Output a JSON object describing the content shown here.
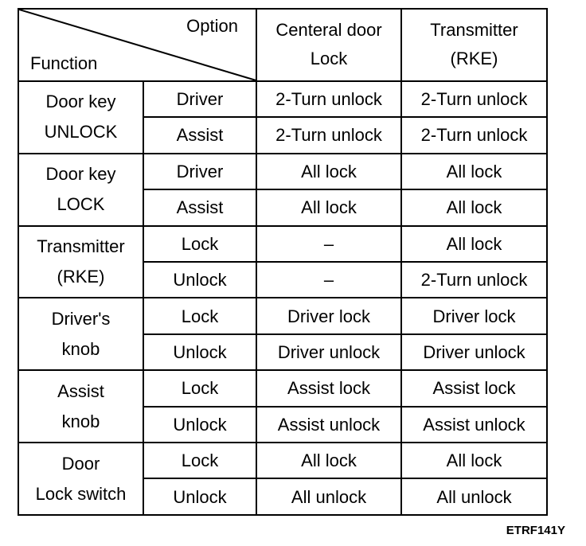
{
  "header": {
    "corner_option": "Option",
    "corner_function": "Function",
    "col1": [
      "Centeral door",
      "Lock"
    ],
    "col2": [
      "Transmitter",
      "(RKE)"
    ]
  },
  "groups": [
    {
      "function": [
        "Door key",
        "UNLOCK"
      ],
      "rows": [
        {
          "sub": "Driver",
          "central": "2-Turn unlock",
          "rke": "2-Turn unlock"
        },
        {
          "sub": "Assist",
          "central": "2-Turn unlock",
          "rke": "2-Turn unlock"
        }
      ]
    },
    {
      "function": [
        "Door key",
        "LOCK"
      ],
      "rows": [
        {
          "sub": "Driver",
          "central": "All lock",
          "rke": "All lock"
        },
        {
          "sub": "Assist",
          "central": "All lock",
          "rke": "All lock"
        }
      ]
    },
    {
      "function": [
        "Transmitter",
        "(RKE)"
      ],
      "rows": [
        {
          "sub": "Lock",
          "central": "–",
          "rke": "All lock"
        },
        {
          "sub": "Unlock",
          "central": "–",
          "rke": "2-Turn unlock"
        }
      ]
    },
    {
      "function": [
        "Driver's",
        "knob"
      ],
      "rows": [
        {
          "sub": "Lock",
          "central": "Driver lock",
          "rke": "Driver lock"
        },
        {
          "sub": "Unlock",
          "central": "Driver unlock",
          "rke": "Driver unlock"
        }
      ]
    },
    {
      "function": [
        "Assist",
        "knob"
      ],
      "rows": [
        {
          "sub": "Lock",
          "central": "Assist lock",
          "rke": "Assist lock"
        },
        {
          "sub": "Unlock",
          "central": "Assist unlock",
          "rke": "Assist unlock"
        }
      ]
    },
    {
      "function": [
        "Door",
        "Lock switch"
      ],
      "rows": [
        {
          "sub": "Lock",
          "central": "All lock",
          "rke": "All lock"
        },
        {
          "sub": "Unlock",
          "central": "All unlock",
          "rke": "All unlock"
        }
      ]
    }
  ],
  "caption": "ETRF141Y"
}
